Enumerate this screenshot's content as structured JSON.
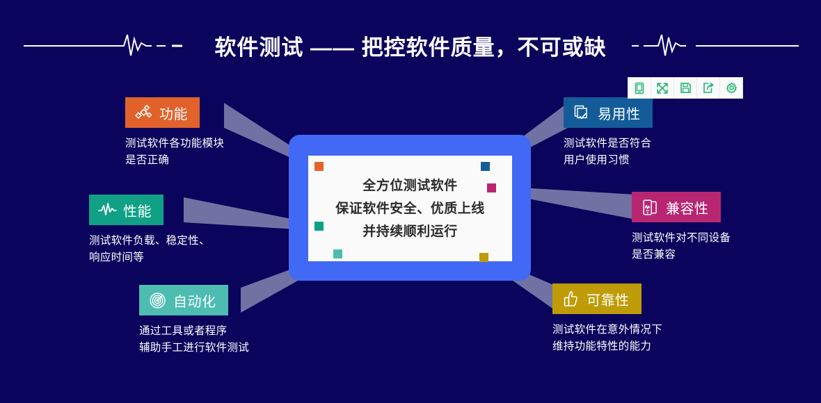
{
  "page": {
    "background_color": "#0a045c",
    "title": "软件测试 —— 把控软件质量，不可或缺"
  },
  "toolbar": {
    "items": [
      {
        "name": "mobile-preview",
        "icon": "mobile-icon"
      },
      {
        "name": "fullscreen",
        "icon": "expand-arrows-icon"
      },
      {
        "name": "save",
        "icon": "floppy-disk-icon"
      },
      {
        "name": "share",
        "icon": "share-export-icon"
      },
      {
        "name": "settings",
        "icon": "gear-icon"
      }
    ],
    "icon_color": "#22b573",
    "background": "#fbfbfb"
  },
  "center": {
    "frame_color": "#4169f5",
    "card_color": "#fbfbfb",
    "text_color": "#2b2b2b",
    "lines": [
      "全方位测试软件",
      "保证软件安全、优质上线",
      "并持续顺利运行"
    ]
  },
  "connector_color": "#8d92b8",
  "features": [
    {
      "id": "function",
      "label": "功能",
      "icon": "nodes-diamond-icon",
      "color": "#e2622c",
      "dot_color": "#e2622c",
      "description": "测试软件各功能模块\n是否正确",
      "side": "left"
    },
    {
      "id": "performance",
      "label": "性能",
      "icon": "pulse-wave-icon",
      "color": "#0fa086",
      "dot_color": "#0fa086",
      "description": "测试软件负载、稳定性、\n响应时间等",
      "side": "left"
    },
    {
      "id": "automation",
      "label": "自动化",
      "icon": "spiral-target-icon",
      "color": "#4dbcb1",
      "dot_color": "#4dbcb1",
      "description": "通过工具或者程序\n辅助手工进行软件测试",
      "side": "left"
    },
    {
      "id": "usability",
      "label": "易用性",
      "icon": "document-check-icon",
      "color": "#135c99",
      "dot_color": "#135c99",
      "description": "测试软件是否符合\n用户使用习惯",
      "side": "right"
    },
    {
      "id": "compatibility",
      "label": "兼容性",
      "icon": "devices-icon",
      "color": "#b82672",
      "dot_color": "#b82672",
      "description": "测试软件对不同设备\n是否兼容",
      "side": "right"
    },
    {
      "id": "reliability",
      "label": "可靠性",
      "icon": "thumbs-up-icon",
      "color": "#bf9c07",
      "dot_color": "#bf9c07",
      "description": "测试软件在意外情况下\n维持功能特性的能力",
      "side": "right"
    }
  ]
}
